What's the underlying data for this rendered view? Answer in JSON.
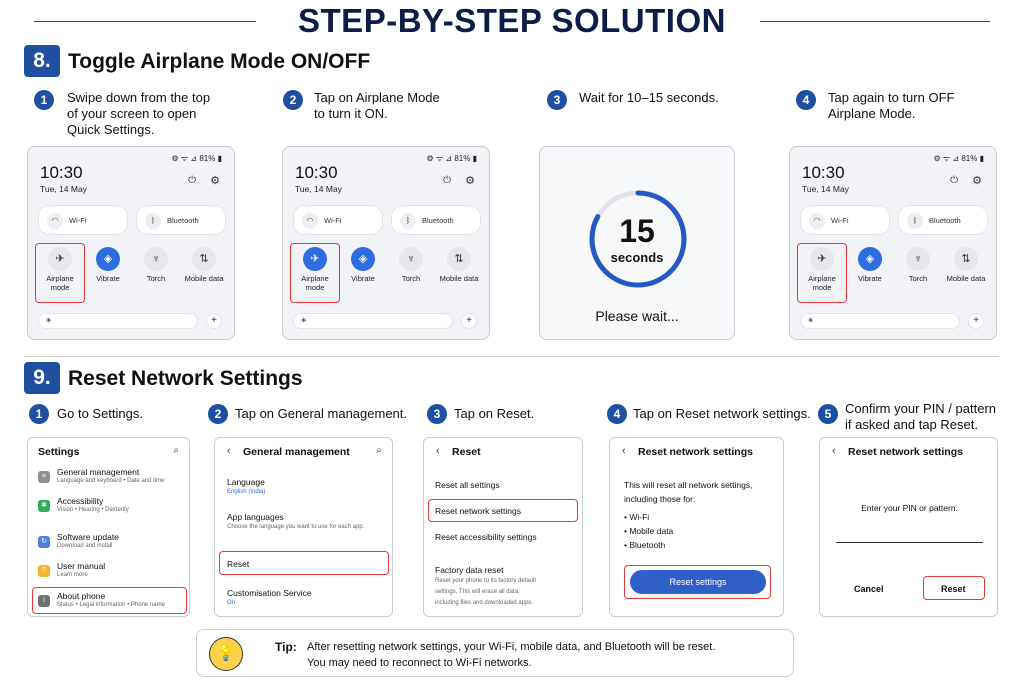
{
  "header": {
    "title": "STEP-BY-STEP SOLUTION"
  },
  "section8": {
    "number": "8.",
    "title": "Toggle Airplane Mode ON/OFF",
    "steps": [
      {
        "num": "1",
        "lines": [
          "Swipe down from the top",
          "of your screen to open",
          "Quick Settings."
        ]
      },
      {
        "num": "2",
        "lines": [
          "Tap on Airplane Mode",
          "to turn it ON."
        ]
      },
      {
        "num": "3",
        "lines": [
          "Wait for 10–15 seconds."
        ]
      },
      {
        "num": "4",
        "lines": [
          "Tap again to turn OFF",
          "Airplane Mode."
        ]
      }
    ],
    "phone": {
      "status": "⚙ ᯤ ⊿ 81% ▮",
      "time": "10:30",
      "date": "Tue, 14 May",
      "wifi_label": "Wi-Fi",
      "bluetooth_label": "Bluetooth",
      "airplane_label": "Airplane mode",
      "vibrate_label": "Vibrate",
      "torch_label": "Torch",
      "mobile_label": "Mobile data"
    },
    "countdown": {
      "number": "15",
      "unit": "seconds",
      "message": "Please wait...",
      "progress": 0.83
    }
  },
  "section9": {
    "number": "9.",
    "title": "Reset Network Settings",
    "steps": [
      {
        "num": "1",
        "lines": [
          "Go to Settings."
        ]
      },
      {
        "num": "2",
        "lines": [
          "Tap on General management."
        ]
      },
      {
        "num": "3",
        "lines": [
          "Tap on Reset."
        ]
      },
      {
        "num": "4",
        "lines": [
          "Tap on Reset network settings."
        ]
      },
      {
        "num": "5",
        "lines": [
          "Confirm your PIN / pattern",
          "if asked and tap Reset."
        ]
      }
    ],
    "settings": {
      "title": "Settings",
      "items": [
        {
          "title": "General management",
          "sub": "Language and keyboard • Date and time"
        },
        {
          "title": "Accessibility",
          "sub": "Vision • Hearing • Dexterity"
        },
        {
          "title": "Software update",
          "sub": "Download and install"
        },
        {
          "title": "User manual",
          "sub": "Learn more"
        },
        {
          "title": "About phone",
          "sub": "Status • Legal information • Phone name"
        }
      ]
    },
    "general": {
      "title": "General management",
      "items": [
        {
          "title": "Language",
          "sub": "English (India)"
        },
        {
          "title": "App languages",
          "sub": "Choose the language you want to use for each app."
        },
        {
          "title": "Reset",
          "sub": ""
        },
        {
          "title": "Customisation Service",
          "sub": "On"
        }
      ]
    },
    "reset": {
      "title": "Reset",
      "items": [
        "Reset all settings",
        "Reset network settings",
        "Reset accessibility settings"
      ],
      "factory_title": "Factory data reset",
      "factory_desc": [
        "Reset your phone to its factory default",
        "settings. This will erase all data,",
        "including files and downloaded apps."
      ]
    },
    "network": {
      "title": "Reset network settings",
      "desc": [
        "This will reset all network settings,",
        "including those for:"
      ],
      "bullets": [
        "Wi-Fi",
        "Mobile data",
        "Bluetooth"
      ],
      "button": "Reset settings"
    },
    "pin": {
      "title": "Reset network settings",
      "prompt": "Enter your PIN or pattern.",
      "cancel": "Cancel",
      "reset": "Reset"
    }
  },
  "tip": {
    "label": "Tip:",
    "line1": "After resetting network settings, your Wi-Fi, mobile data, and Bluetooth will be reset.",
    "line2": "You may need to reconnect to Wi-Fi networks."
  }
}
